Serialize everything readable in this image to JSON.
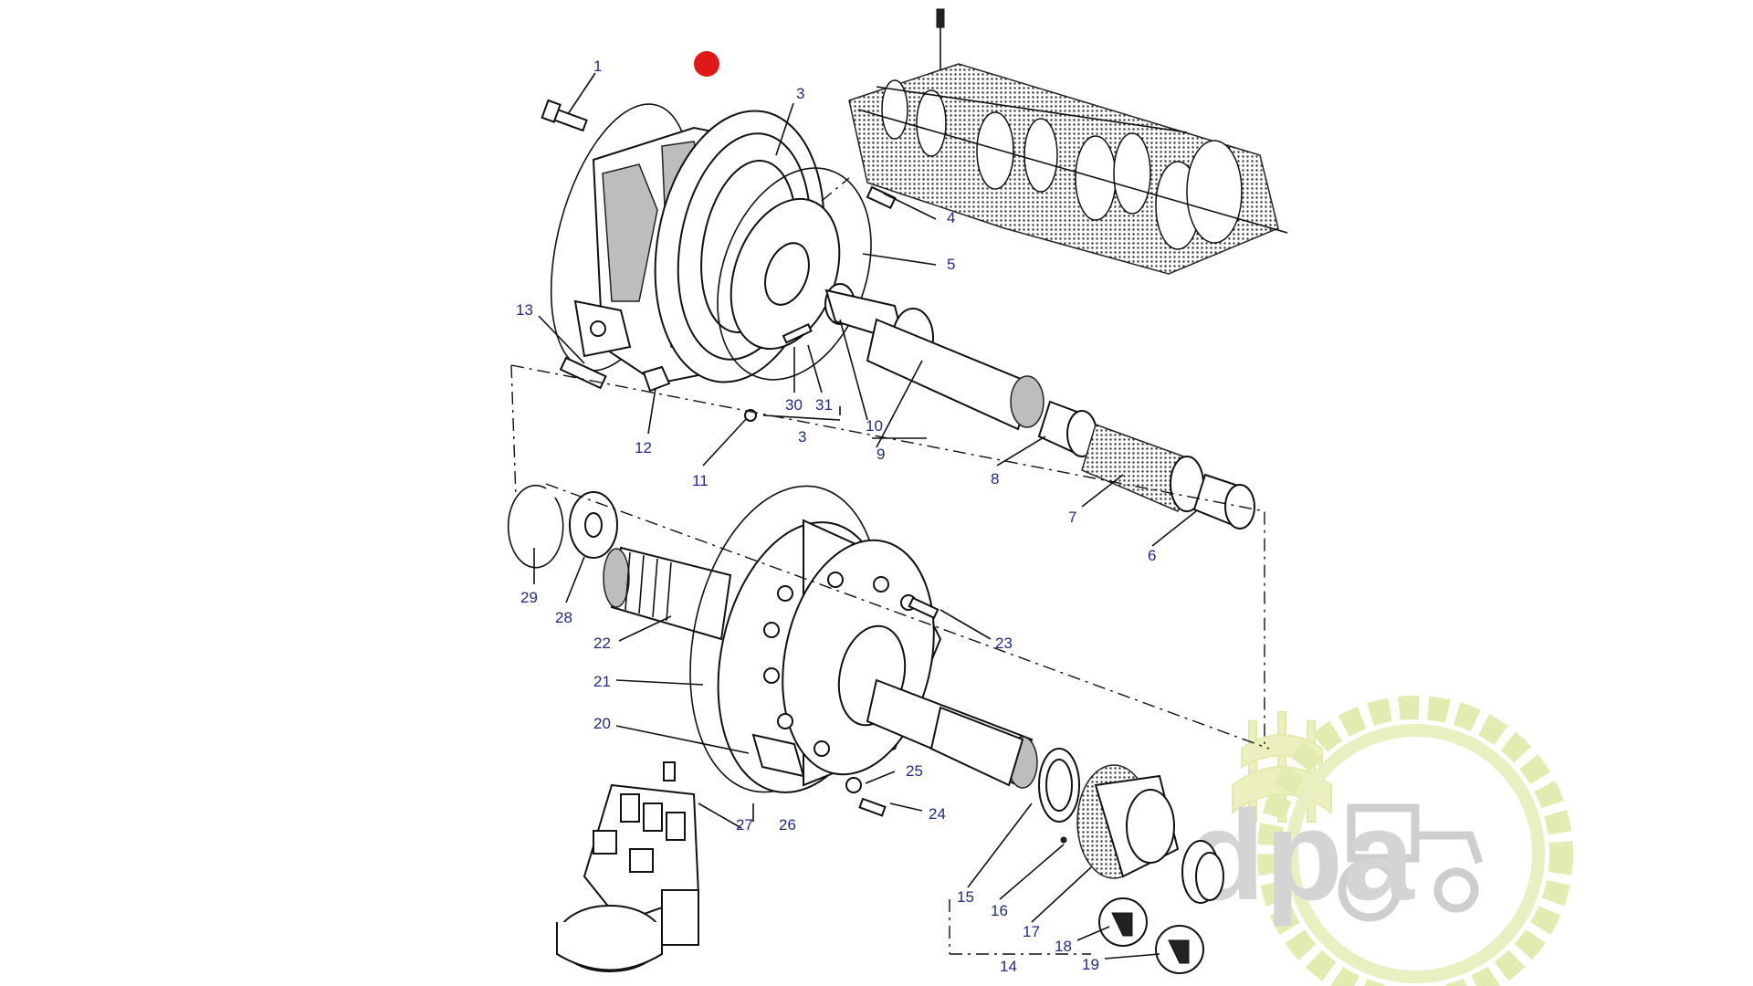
{
  "diagram": {
    "callouts": [
      "1",
      "3",
      "4",
      "5",
      "13",
      "30",
      "31",
      "3",
      "10",
      "9",
      "12",
      "11",
      "8",
      "7",
      "6",
      "29",
      "28",
      "22",
      "23",
      "21",
      "20",
      "25",
      "24",
      "27",
      "26",
      "15",
      "16",
      "17",
      "18",
      "19",
      "14"
    ],
    "watermark": {
      "text": "dpa",
      "colors": {
        "wheat": "#e9efb8",
        "gear": "#dfe9a8",
        "tractor": "#c9c9c9"
      }
    },
    "marker_color": "#e01818",
    "label_color": "#1f2a8c"
  }
}
